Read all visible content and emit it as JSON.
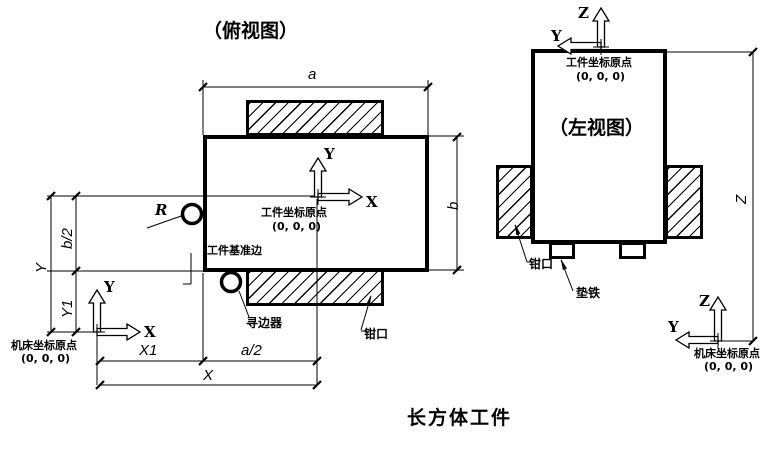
{
  "title": "长方体工件",
  "colors": {
    "line": "#000000",
    "background": "#ffffff"
  },
  "top_view": {
    "view_label": "（俯视图）",
    "dimensions": {
      "a": "a",
      "b": "b",
      "a_half": "a/2",
      "b_half": "b/2",
      "x1": "X1",
      "y1": "Y1",
      "x": "X",
      "y": "Y"
    },
    "workpiece_origin": {
      "label": "工件坐标原点",
      "coords": "(0, 0, 0)",
      "axis_x": "X",
      "axis_y": "Y"
    },
    "machine_origin": {
      "label": "机床坐标原点",
      "coords": "(0, 0, 0)",
      "axis_x": "X",
      "axis_y": "Y"
    },
    "datum_edge_label": "工件基准边",
    "edge_finder_label": "寻边器",
    "radius_label": "R",
    "jaw_label": "钳口"
  },
  "side_view": {
    "view_label": "（左视图）",
    "dimensions": {
      "z": "Z"
    },
    "workpiece_origin": {
      "label": "工件坐标原点",
      "coords": "(0, 0, 0)",
      "axis_y": "Y",
      "axis_z": "Z"
    },
    "machine_origin": {
      "label": "机床坐标原点",
      "coords": "(0, 0, 0)",
      "axis_y": "Y",
      "axis_z": "Z"
    },
    "jaw_label": "钳口",
    "parallel_label": "垫铁"
  }
}
